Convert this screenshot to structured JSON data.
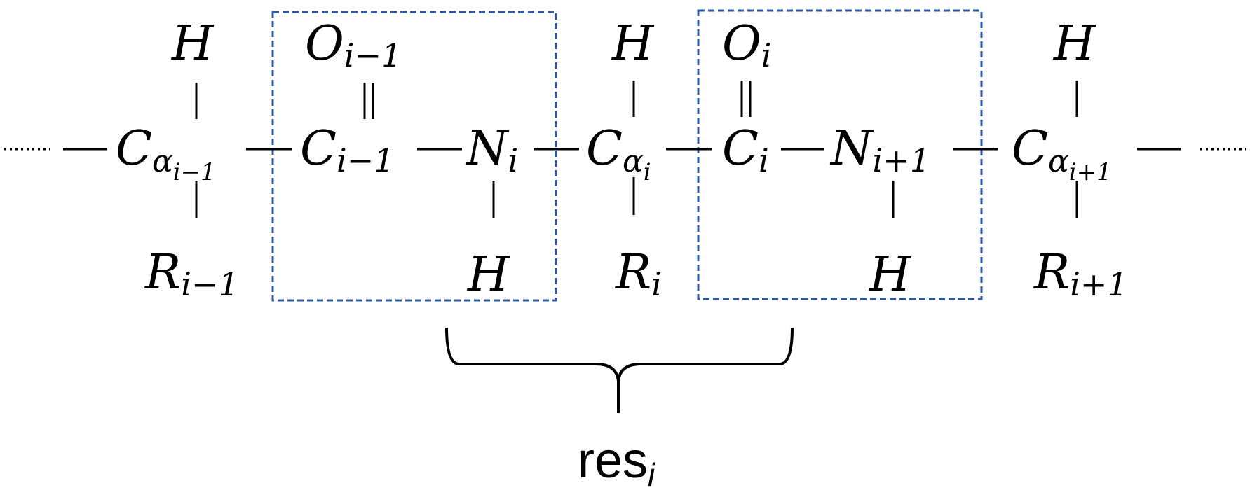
{
  "atoms": {
    "h_prev": {
      "main": "H",
      "sub": ""
    },
    "o_prev": {
      "main": "O",
      "sub": "i−1"
    },
    "h_ca": {
      "main": "H",
      "sub": ""
    },
    "o_i": {
      "main": "O",
      "sub": "i"
    },
    "h_next": {
      "main": "H",
      "sub": ""
    },
    "ca_prev": {
      "main": "C",
      "sub": "α",
      "subsub": "i−1"
    },
    "c_prev": {
      "main": "C",
      "sub": "i−1"
    },
    "n_i": {
      "main": "N",
      "sub": "i"
    },
    "ca_i": {
      "main": "C",
      "sub": "α",
      "subsub": "i"
    },
    "c_i": {
      "main": "C",
      "sub": "i"
    },
    "n_next": {
      "main": "N",
      "sub": "i+1"
    },
    "ca_next": {
      "main": "C",
      "sub": "α",
      "subsub": "i+1"
    },
    "r_prev": {
      "main": "R",
      "sub": "i−1"
    },
    "h_n_i": {
      "main": "H",
      "sub": ""
    },
    "r_i": {
      "main": "R",
      "sub": "i"
    },
    "h_n_next": {
      "main": "H",
      "sub": ""
    },
    "r_next": {
      "main": "R",
      "sub": "i+1"
    }
  },
  "residue_label": {
    "main": "res",
    "sub": "i"
  },
  "colors": {
    "box": "#2d58a8",
    "ink": "#000000"
  }
}
